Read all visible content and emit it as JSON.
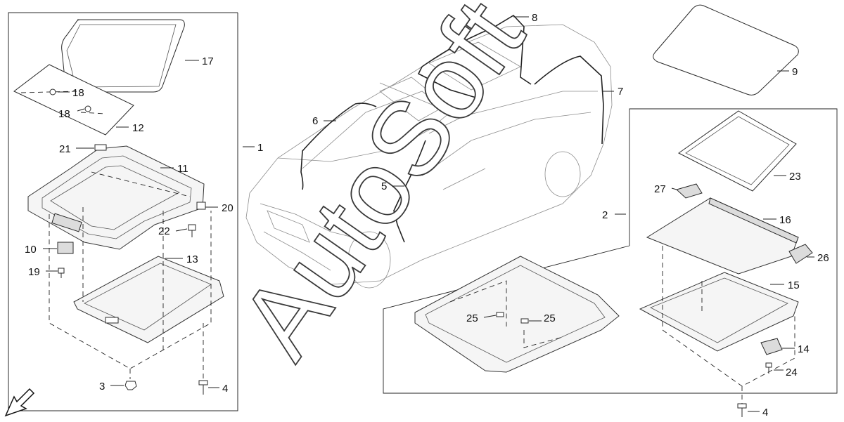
{
  "diagram": {
    "watermark": "AutoSoft",
    "callouts": {
      "c1": "1",
      "c2": "2",
      "c3": "3",
      "c4a": "4",
      "c4b": "4",
      "c5": "5",
      "c6": "6",
      "c7": "7",
      "c8": "8",
      "c9": "9",
      "c10": "10",
      "c11": "11",
      "c12": "12",
      "c13": "13",
      "c14": "14",
      "c15": "15",
      "c16": "16",
      "c17": "17",
      "c18a": "18",
      "c18b": "18",
      "c19": "19",
      "c20": "20",
      "c21": "21",
      "c22": "22",
      "c23": "23",
      "c24": "24",
      "c25a": "25",
      "c25b": "25",
      "c26": "26",
      "c27": "27"
    },
    "direction_icon": "front-direction-arrow-icon"
  }
}
